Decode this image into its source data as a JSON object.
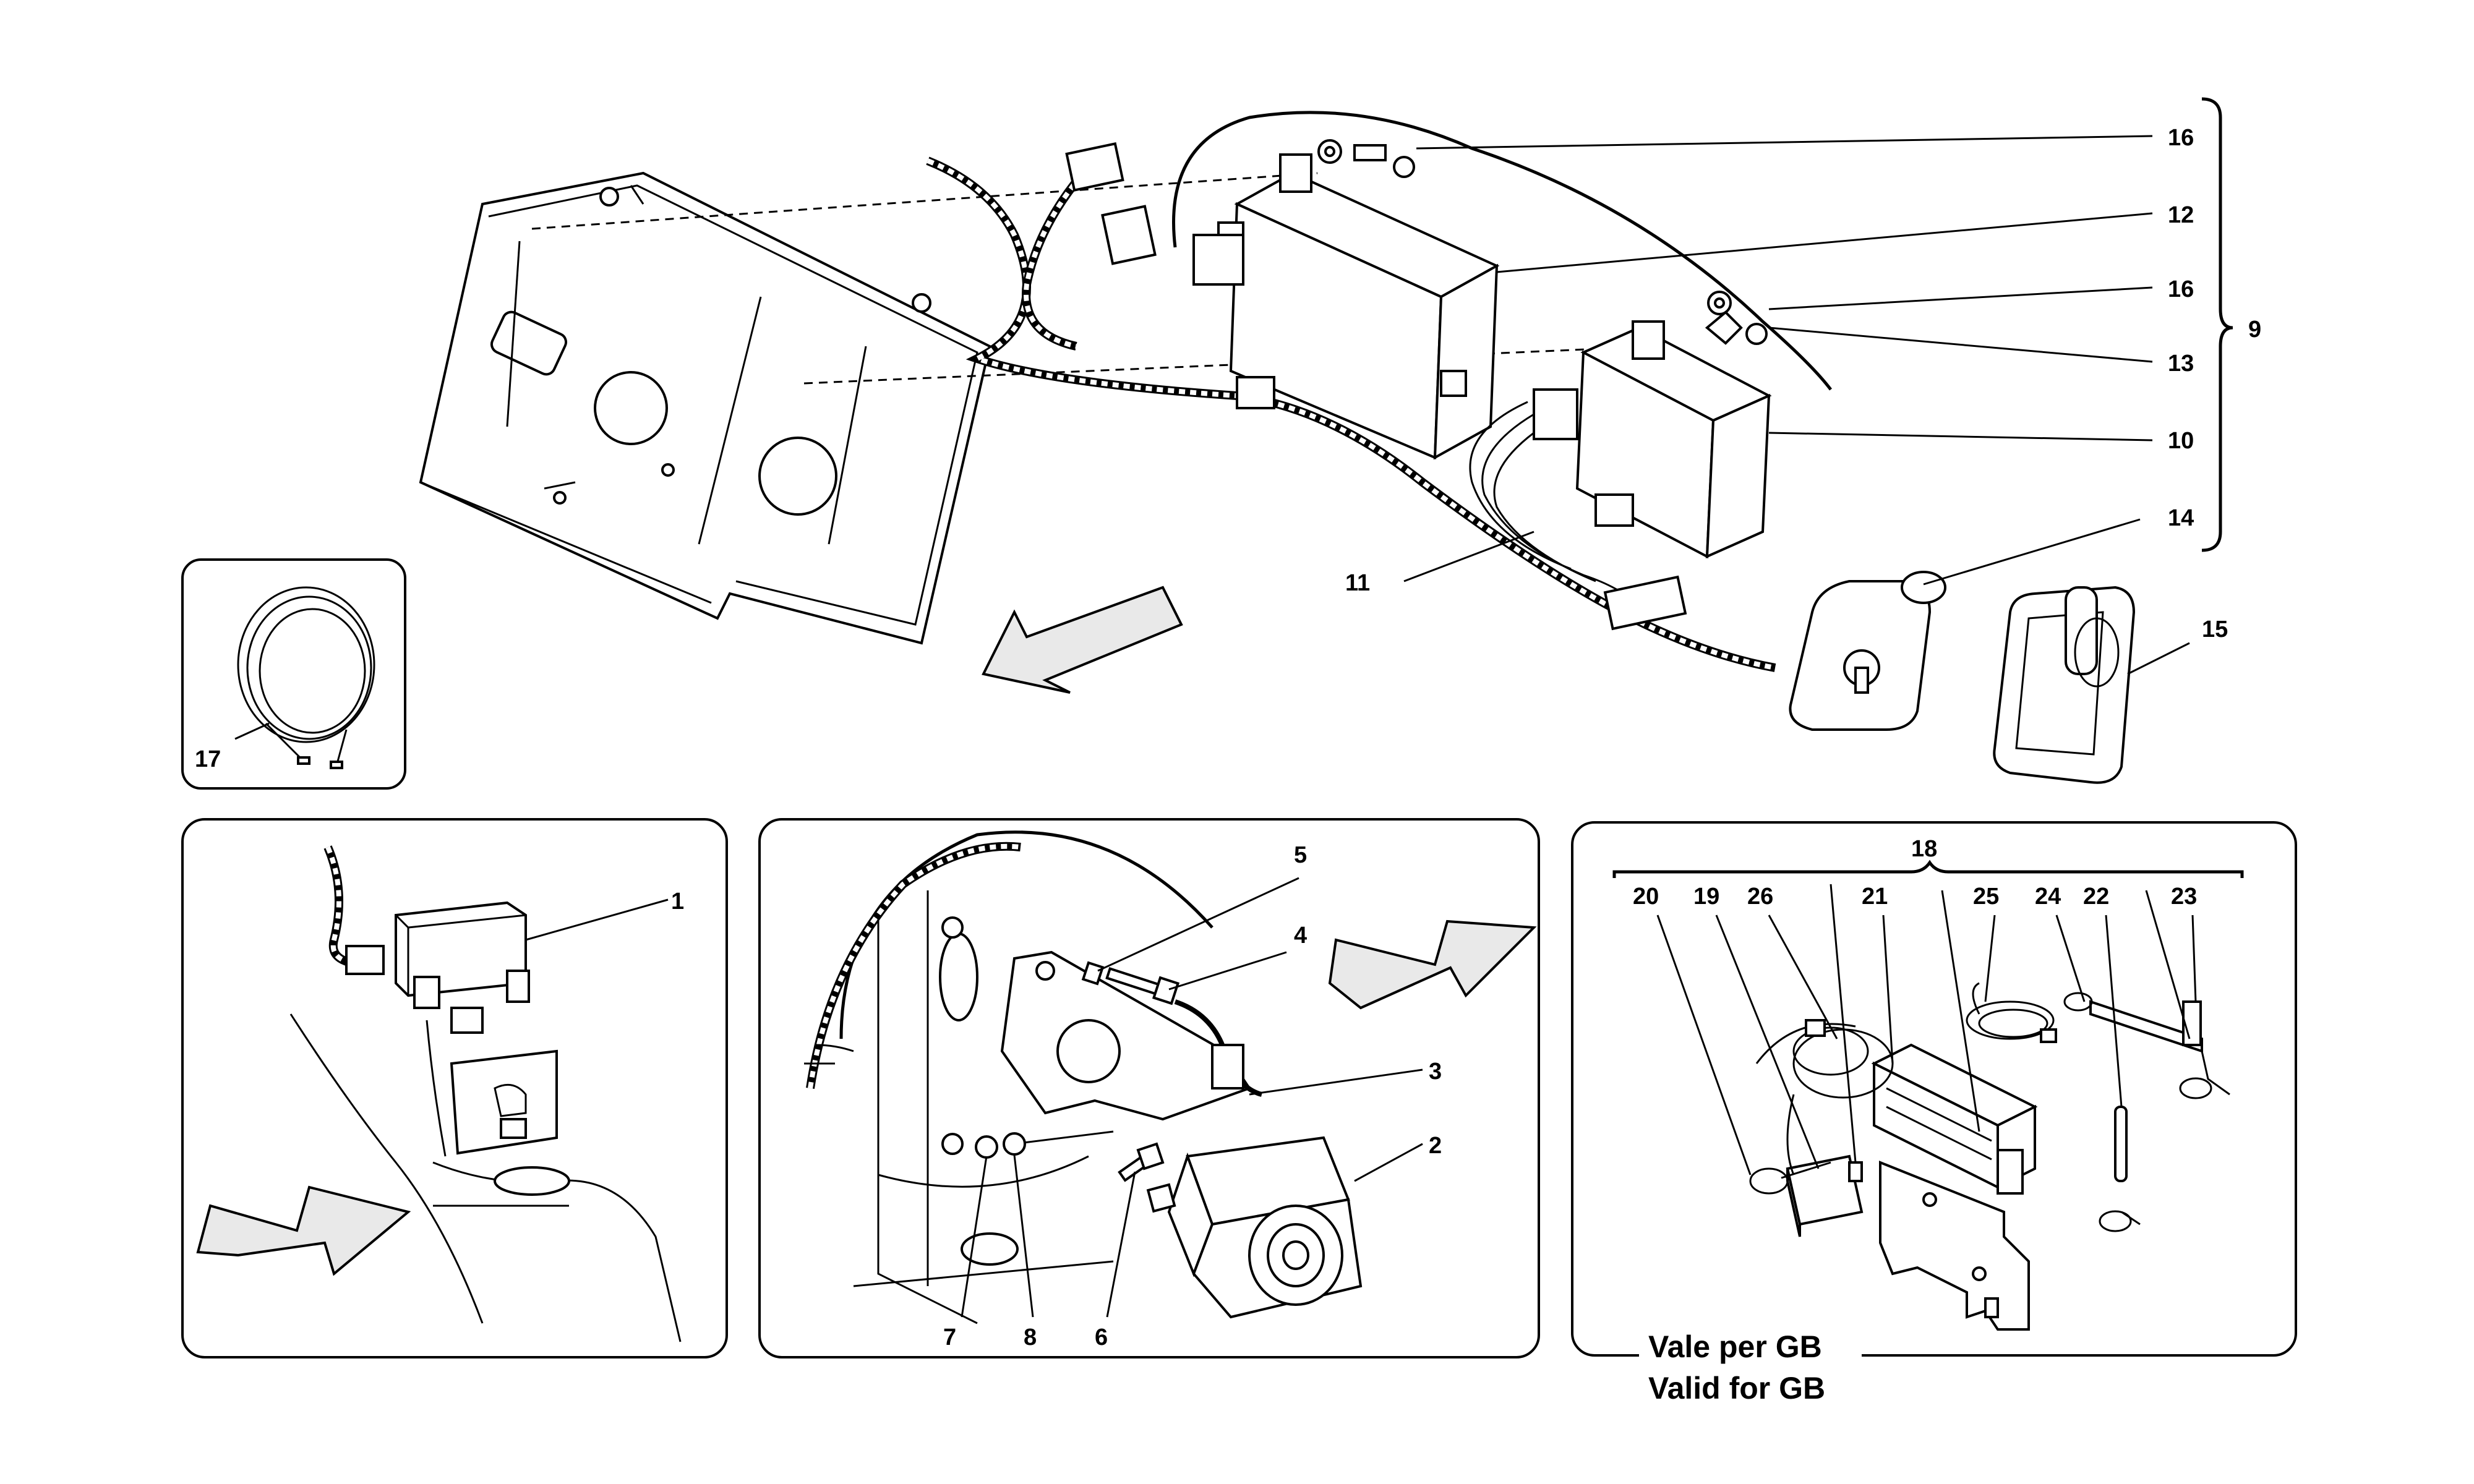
{
  "callouts": {
    "c1": "1",
    "c2": "2",
    "c3": "3",
    "c4": "4",
    "c5": "5",
    "c6": "6",
    "c7": "7",
    "c8": "8",
    "c9": "9",
    "c10": "10",
    "c11": "11",
    "c12": "12",
    "c13": "13",
    "c14": "14",
    "c15": "15",
    "c16a": "16",
    "c16b": "16",
    "c17": "17",
    "c18": "18",
    "c19": "19",
    "c20": "20",
    "c21": "21",
    "c22": "22",
    "c23": "23",
    "c24": "24",
    "c25": "25",
    "c26": "26"
  },
  "note": {
    "line1": "Vale per GB",
    "line2": "Valid for GB"
  },
  "colors": {
    "ink": "#000000",
    "paper": "#ffffff",
    "shade": "#e9e9e9"
  }
}
